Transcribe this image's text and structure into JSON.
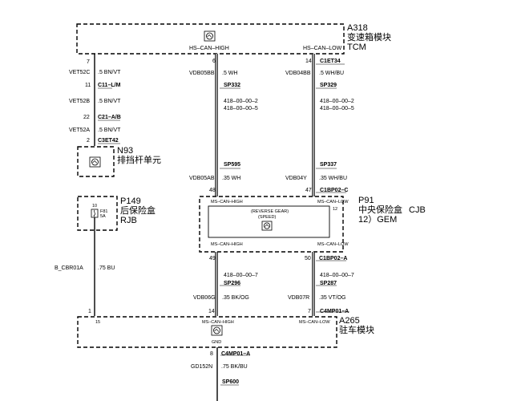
{
  "modules": {
    "a318": {
      "id": "A318",
      "name_cn": "变速箱模块",
      "name_en": "TCM",
      "pin_high": "HS–CAN–HIGH",
      "pin_low": "HS–CAN–LOW"
    },
    "n93": {
      "id": "N93",
      "name_cn": "排挡杆单元"
    },
    "p149": {
      "id": "P149",
      "name_cn": "后保险盒",
      "name_en": "RJB",
      "fuse_pin": "10",
      "fuse_id": "F81",
      "fuse_rating": "5A"
    },
    "p91": {
      "id": "P91",
      "name_cn": "中央保险盒",
      "name_cjb": "CJB",
      "name_gem": "12）GEM",
      "pin_high": "MS–CAN–HIGH",
      "pin_low": "MS–CAN–LOW",
      "inner_1": "(REVERSE GEAR)",
      "inner_2": "(SPEED)",
      "pin_12": "12",
      "pin_high_2": "MS–CAN–HIGH",
      "pin_low_2": "MS–CAN–LOW"
    },
    "a265": {
      "id": "A265",
      "name_cn": "驻车模块",
      "pin_high": "MS–CAN–HIGH",
      "pin_low": "MS–CAN–LOW",
      "pin_15": "15",
      "gnd": "GND"
    }
  },
  "left_wire": {
    "pin7": "7",
    "c1": "VET52C",
    "c1_spec": ".5 BN/VT",
    "pin11": "11",
    "conn1": "C11–L/M",
    "c2": "VET52B",
    "c2_spec": ".5 BN/VT",
    "pin22": "22",
    "conn2": "C21–A/B",
    "c3": "VET52A",
    "c3_spec": ".5 BN/VT",
    "pin2": "2",
    "conn3": "C3ET42",
    "bcbr": "B_CBR01A",
    "bcbr_spec": ".75 BU",
    "pin1": "1"
  },
  "mid_wire": {
    "pin6": "6",
    "c1": "VDB05BB",
    "c1_spec": ".5 WH",
    "sp1": "SP332",
    "ref1": "418–00–00–2",
    "ref2": "418–00–00–5",
    "sp2": "SP595",
    "c2": "VDB05AB",
    "c2_spec": ".35 WH",
    "pin48": "48",
    "pin49": "49",
    "ref3": "418–00–00–7",
    "sp3": "SP296",
    "c3": "VDB06G",
    "c3_spec": ".35 BK/OG",
    "pin14": "14"
  },
  "right_wire": {
    "pin14": "14",
    "conn_top": "C1ET34",
    "c1": "VDB04BB",
    "c1_spec": ".5 WH/BU",
    "sp1": "SP329",
    "ref1": "418–00–00–2",
    "ref2": "418–00–00–5",
    "sp2": "SP337",
    "c2": "VDB04Y",
    "c2_spec": ".35 WH/BU",
    "pin47": "47",
    "conn_mid": "C1BP02–C",
    "pin50": "50",
    "conn_mid2": "C1BP02–A",
    "ref3": "418–00–00–7",
    "sp3": "SP287",
    "c3": "VDB07R",
    "c3_spec": ".35 VT/OG",
    "pin7": "7",
    "conn_bot": "C4MP01–A"
  },
  "ground_wire": {
    "pin8": "8",
    "conn": "C4MP01–A",
    "c1": "GD152N",
    "c1_spec": ".75 BK/BU",
    "sp": "SP600"
  }
}
